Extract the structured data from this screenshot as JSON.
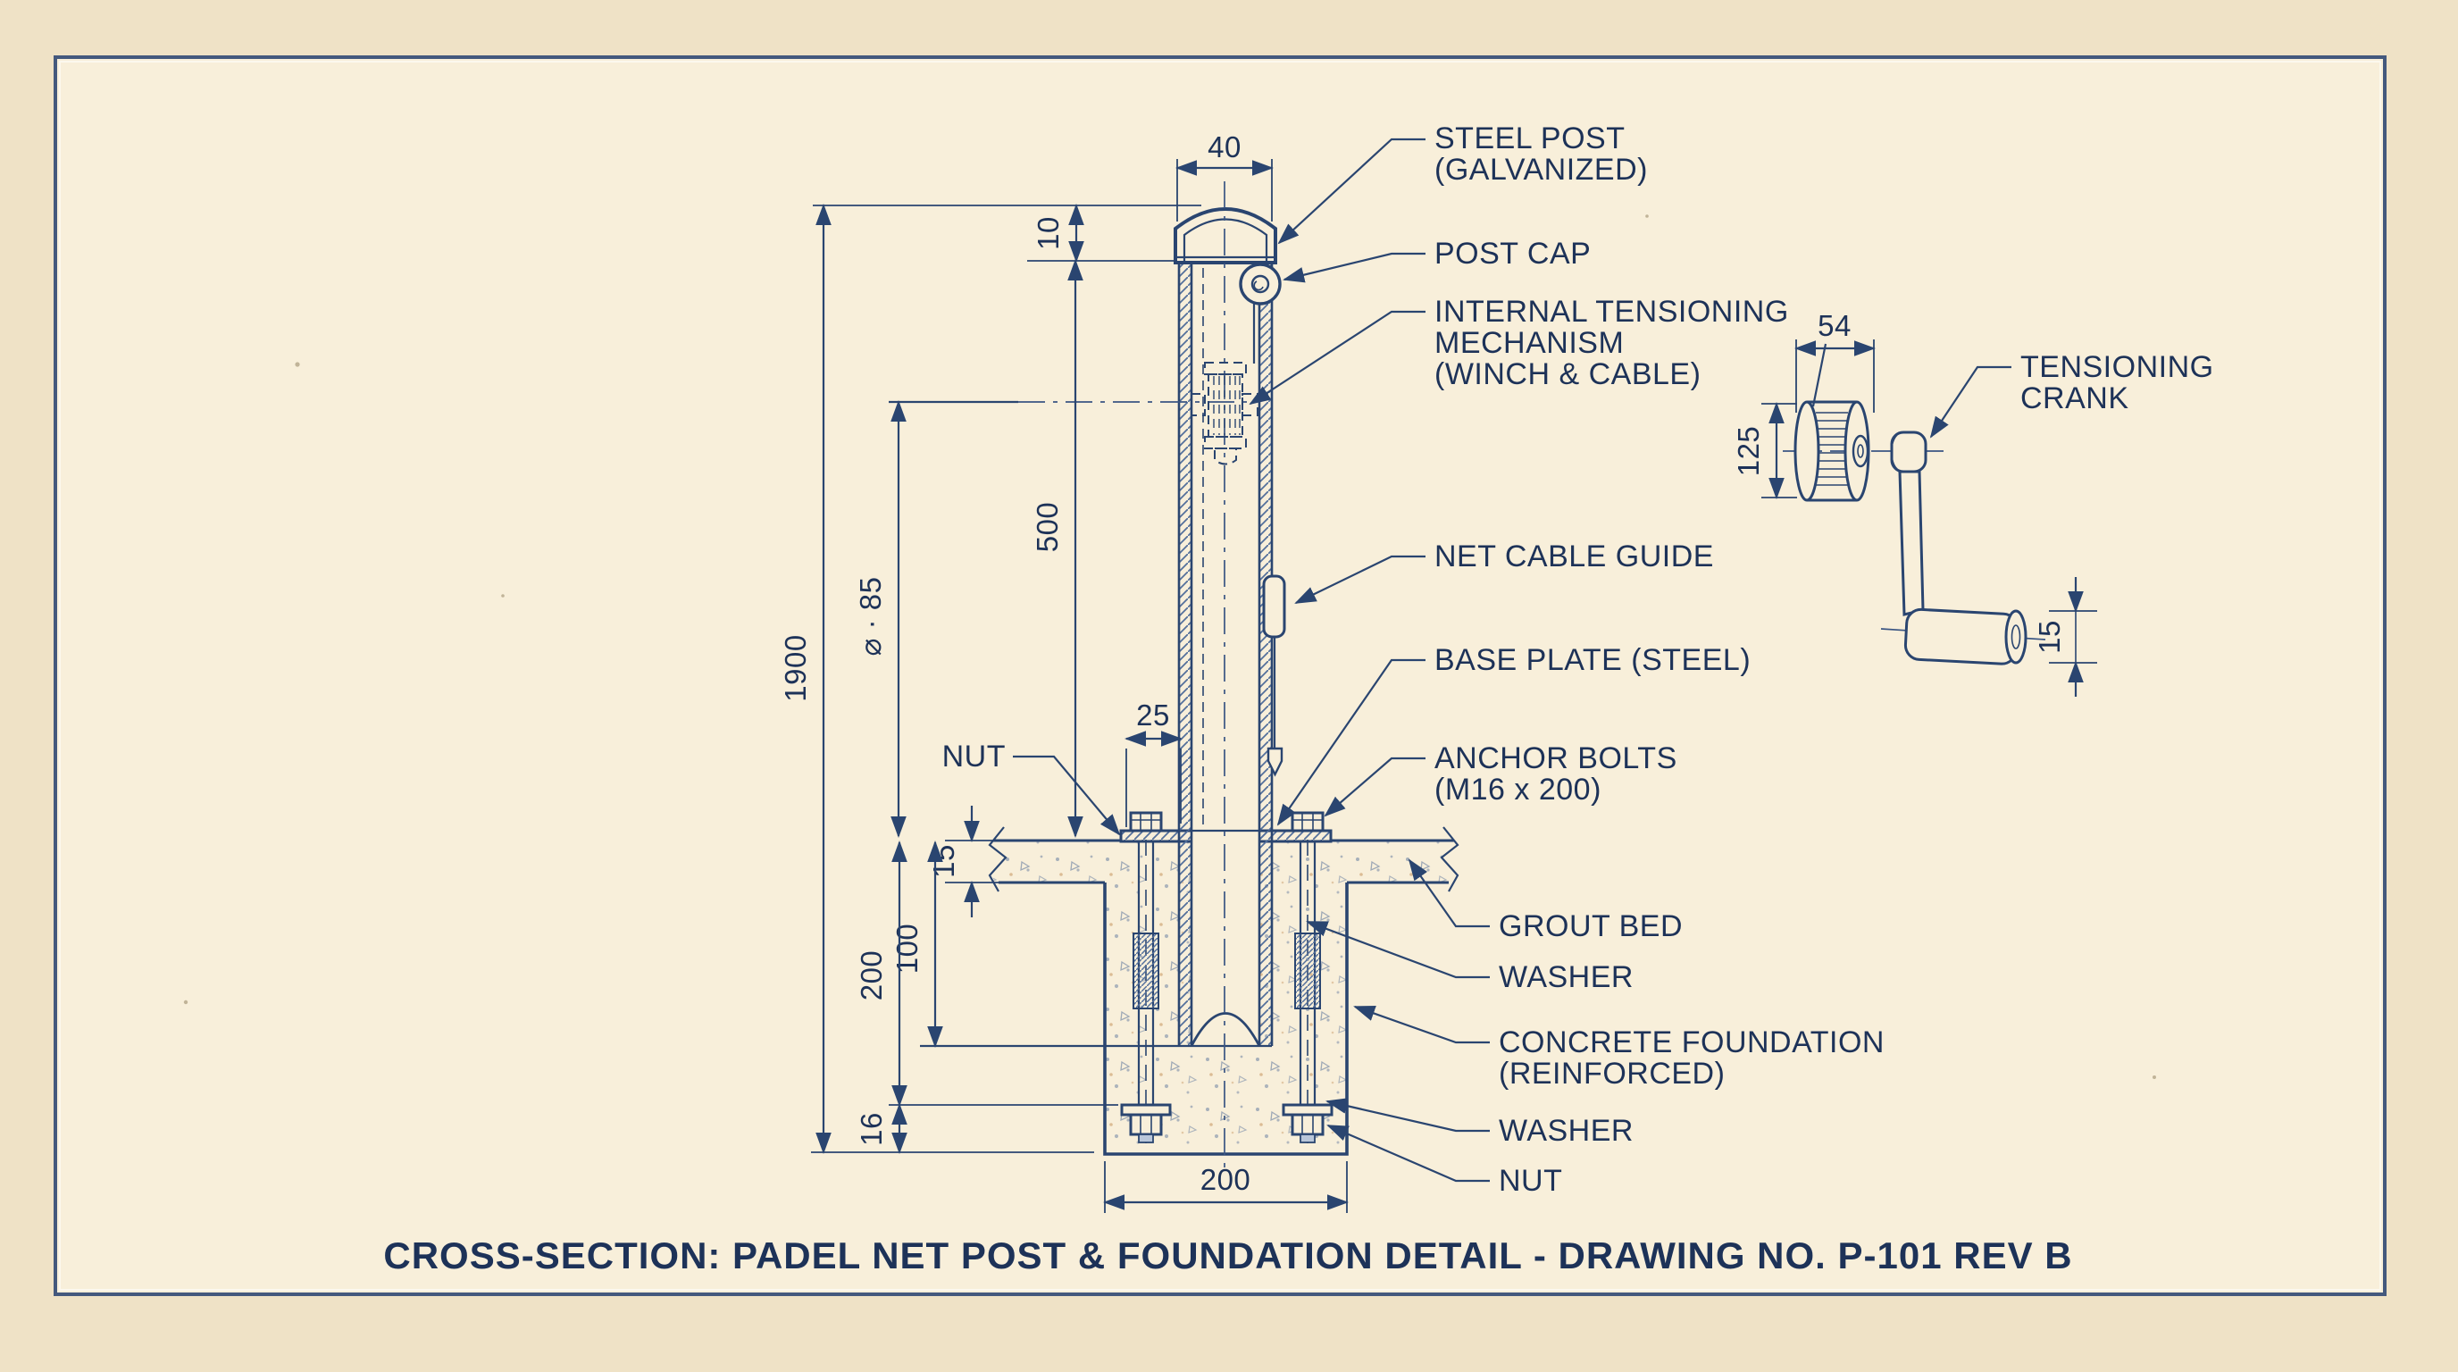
{
  "title": "CROSS-SECTION: PADEL NET POST & FOUNDATION DETAIL - DRAWING NO. P-101 REV B",
  "callouts": {
    "steel_post": {
      "line1": "STEEL POST",
      "line2": "(GALVANIZED)"
    },
    "post_cap": {
      "line1": "POST CAP"
    },
    "tensioning_mechanism": {
      "line1": "INTERNAL TENSIONING",
      "line2": "MECHANISM",
      "line3": "(WINCH & CABLE)"
    },
    "net_cable_guide": {
      "line1": "NET CABLE GUIDE"
    },
    "base_plate": {
      "line1": "BASE PLATE (STEEL)"
    },
    "anchor_bolts": {
      "line1": "ANCHOR BOLTS",
      "line2": "(M16 x 200)"
    },
    "grout_bed": {
      "line1": "GROUT BED"
    },
    "washer_upper": {
      "line1": "WASHER"
    },
    "concrete_foundation": {
      "line1": "CONCRETE FOUNDATION",
      "line2": "(REINFORCED)"
    },
    "washer_lower": {
      "line1": "WASHER"
    },
    "nut_lower": {
      "line1": "NUT"
    },
    "nut_left": {
      "line1": "NUT"
    },
    "tensioning_crank": {
      "line1": "TENSIONING",
      "line2": "CRANK"
    }
  },
  "dimensions": {
    "post_outer_width": "40",
    "post_cap_height": "10",
    "winch_height_above_plate": "500",
    "winch_drum_diameter": "⌀ · 85",
    "post_total_height": "1900",
    "base_plate_edge_offset": "25",
    "grout_bed_thickness": "15",
    "post_embedment_depth": "100",
    "foundation_depth": "200",
    "cover_below_nut": "16",
    "foundation_width": "200",
    "crank_spool_width": "54",
    "crank_spool_height": "125",
    "crank_handle_diameter": "15"
  },
  "colors": {
    "paper": "#f8efda",
    "margin": "#efe2c6",
    "ink": "#2a4570",
    "text": "#1d3258",
    "border": "#44597d",
    "concrete_speck": "#62799e",
    "rust_speck": "#c89a66"
  }
}
